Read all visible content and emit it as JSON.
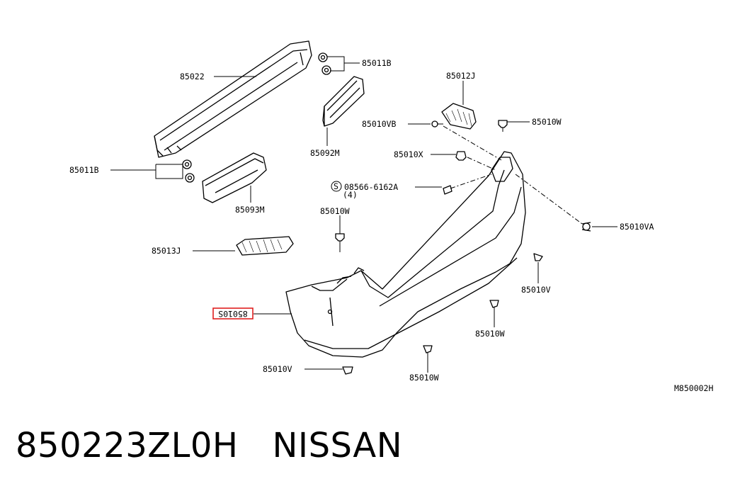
{
  "diagram": {
    "callouts": {
      "p85022": "85022",
      "p85011B_top": "85011B",
      "p85012J": "85012J",
      "p85010VB": "85010VB",
      "p85010W_right": "85010W",
      "p85092M": "85092M",
      "p85010X": "85010X",
      "p85011B_left": "85011B",
      "p08566_number": "08566-6162A",
      "p08566_qty": "(4)",
      "p85093M": "85093M",
      "p85010W_center": "85010W",
      "p85010VA": "85010VA",
      "p85013J": "85013J",
      "p85010V_right": "85010V",
      "p85010S": "85010S",
      "p85010W_lower": "85010W",
      "p85010V_bottom": "85010V",
      "p85010W_bottom": "85010W"
    },
    "screw_symbol": "S",
    "highlight_color": "#e02020",
    "reference_code": "M850002H"
  },
  "caption": {
    "part_number": "850223ZL0H",
    "brand": "NISSAN"
  }
}
